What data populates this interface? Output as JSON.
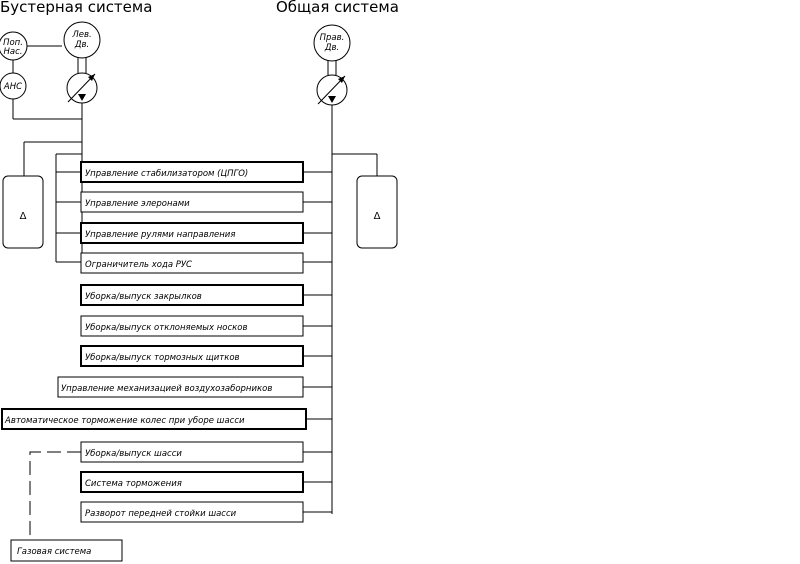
{
  "titles": {
    "booster": "Бустерная система",
    "common": "Общая система"
  },
  "pumps": {
    "booster_top_left": [
      "Поп.",
      "Нас."
    ],
    "booster_bottom_left": "АНС",
    "booster_top_right": [
      "Лев.",
      "Дв."
    ],
    "common_top": [
      "Прав.",
      "Дв."
    ]
  },
  "tank_symbol": "Δ",
  "consumers": [
    "Управление стабилизатором (ЦПГО)",
    "Управление элеронами",
    "Управление рулями направления",
    "Ограничитель хода РУС",
    "Уборка/выпуск закрылков",
    "Уборка/выпуск отклоняемых носков",
    "Уборка/выпуск тормозных щитков",
    "Управление механизацией воздухозаборников",
    "Автоматическое торможение колес при уборе шасси",
    "Уборка/выпуск шасси",
    "Система торможения",
    "Разворот передней стойки шасси"
  ],
  "gas_system": "Газовая система"
}
